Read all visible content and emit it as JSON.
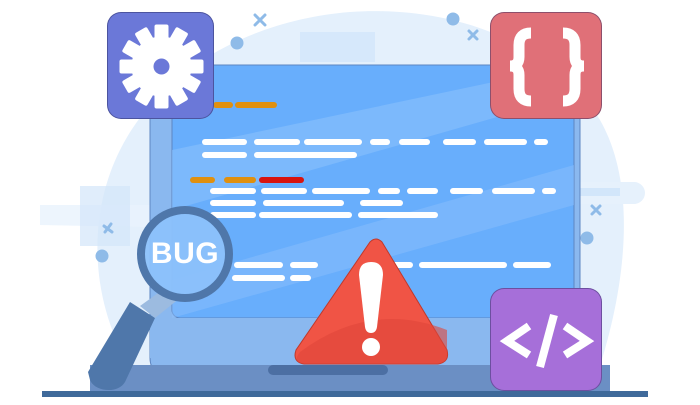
{
  "illustration": {
    "subject": "software bug / debugging concept",
    "magnifier": {
      "label": "BUG"
    },
    "tiles": [
      {
        "name": "settings",
        "icon": "gear-icon",
        "color": "#6b78d8"
      },
      {
        "name": "curly-braces",
        "icon": "curly-braces-icon",
        "glyph": "{ }",
        "color": "#e07078"
      },
      {
        "name": "code",
        "icon": "code-tag-icon",
        "glyph": "</>",
        "color": "#a66fd9"
      }
    ],
    "warning": {
      "icon": "warning-exclamation-icon",
      "color": "#f05445"
    },
    "colors": {
      "background_blob": "#e4f0fc",
      "screen": "#68aefc",
      "laptop_frame": "#8ab8ef",
      "laptop_base": "#6b8fc4",
      "ground_line": "#3f6a9a",
      "code_line": "#ffffff",
      "code_keyword": "#e0900f",
      "code_error": "#d8140f",
      "magnifier_ring": "#4f77aa"
    }
  }
}
